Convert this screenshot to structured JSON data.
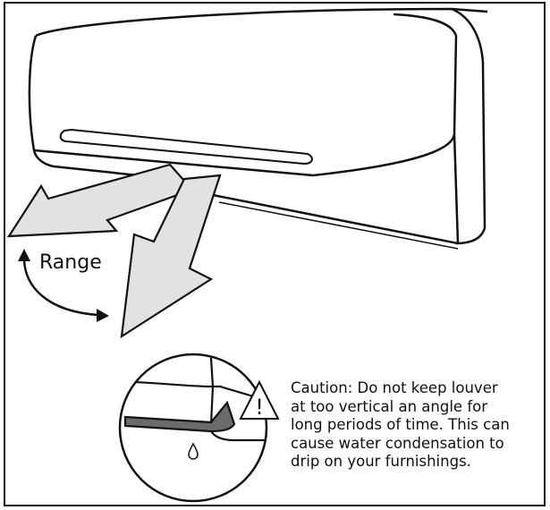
{
  "range_label": "Range",
  "caution_lines": [
    "Caution: Do not keep louver",
    "at too vertical an angle for",
    "long periods of time. This can",
    "cause water condensation to",
    "drip on your furnishings."
  ],
  "warning_symbol": "!",
  "colors": {
    "line": "#111111",
    "arrow_fill": "#e2e2e2",
    "louver_dark": "#6b6b6b"
  },
  "icons": {
    "warning": "warning-triangle-icon",
    "water_drop": "water-drop-icon"
  }
}
